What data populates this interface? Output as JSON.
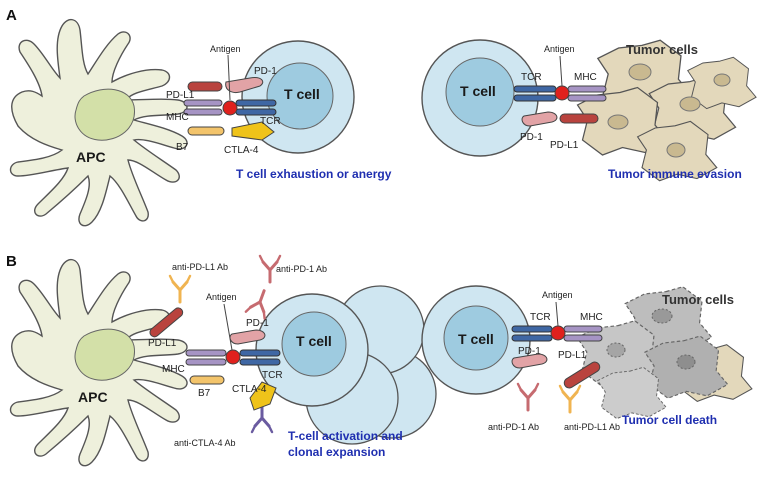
{
  "panel_a": {
    "letter": "A",
    "left": {
      "apc": "APC",
      "t_cell": "T cell",
      "antigen": "Antigen",
      "pd1": "PD-1",
      "pdl1": "PD-L1",
      "mhc": "MHC",
      "tcr": "TCR",
      "b7": "B7",
      "ctla4": "CTLA-4",
      "caption": "T cell exhaustion or anergy"
    },
    "right": {
      "t_cell": "T cell",
      "antigen": "Antigen",
      "tumor_cells": "Tumor cells",
      "tcr": "TCR",
      "mhc": "MHC",
      "pd1": "PD-1",
      "pdl1": "PD-L1",
      "caption": "Tumor immune evasion"
    }
  },
  "panel_b": {
    "letter": "B",
    "left": {
      "apc": "APC",
      "t_cell": "T cell",
      "anti_pdl1": "anti-PD-L1 Ab",
      "anti_pd1": "anti-PD-1 Ab",
      "antigen": "Antigen",
      "pd1": "PD-1",
      "pdl1": "PD-L1",
      "mhc": "MHC",
      "tcr": "TCR",
      "b7": "B7",
      "ctla4": "CTLA-4",
      "anti_ctla4": "anti-CTLA-4 Ab",
      "caption_line1": "T-cell activation and",
      "caption_line2": "clonal expansion"
    },
    "right": {
      "t_cell": "T cell",
      "antigen": "Antigen",
      "tumor_cells": "Tumor cells",
      "tcr": "TCR",
      "mhc": "MHC",
      "pd1": "PD-1",
      "pdl1": "PD-L1",
      "anti_pd1": "anti-PD-1 Ab",
      "anti_pdl1": "anti-PD-L1 Ab",
      "caption": "Tumor cell death"
    }
  },
  "colors": {
    "apc_fill": "#eef0dc",
    "apc_nucleus": "#d3e0a8",
    "tcell_fill": "#cfe6f1",
    "tcell_nucleus": "#9ecbe0",
    "tumor_fill": "#e3d8bb",
    "tumor_nucleus": "#c9b990",
    "dead_tumor": "#bdbdbd",
    "pdl1": "#b9433e",
    "pd1": "#e2a3a6",
    "mhc": "#a694c4",
    "tcr": "#3f67a4",
    "b7": "#f3c46b",
    "ctla4": "#efc31a",
    "antigen": "#e0211d",
    "caption": "#1f2fb0"
  },
  "icons": [
    "antibody-y-icon"
  ]
}
